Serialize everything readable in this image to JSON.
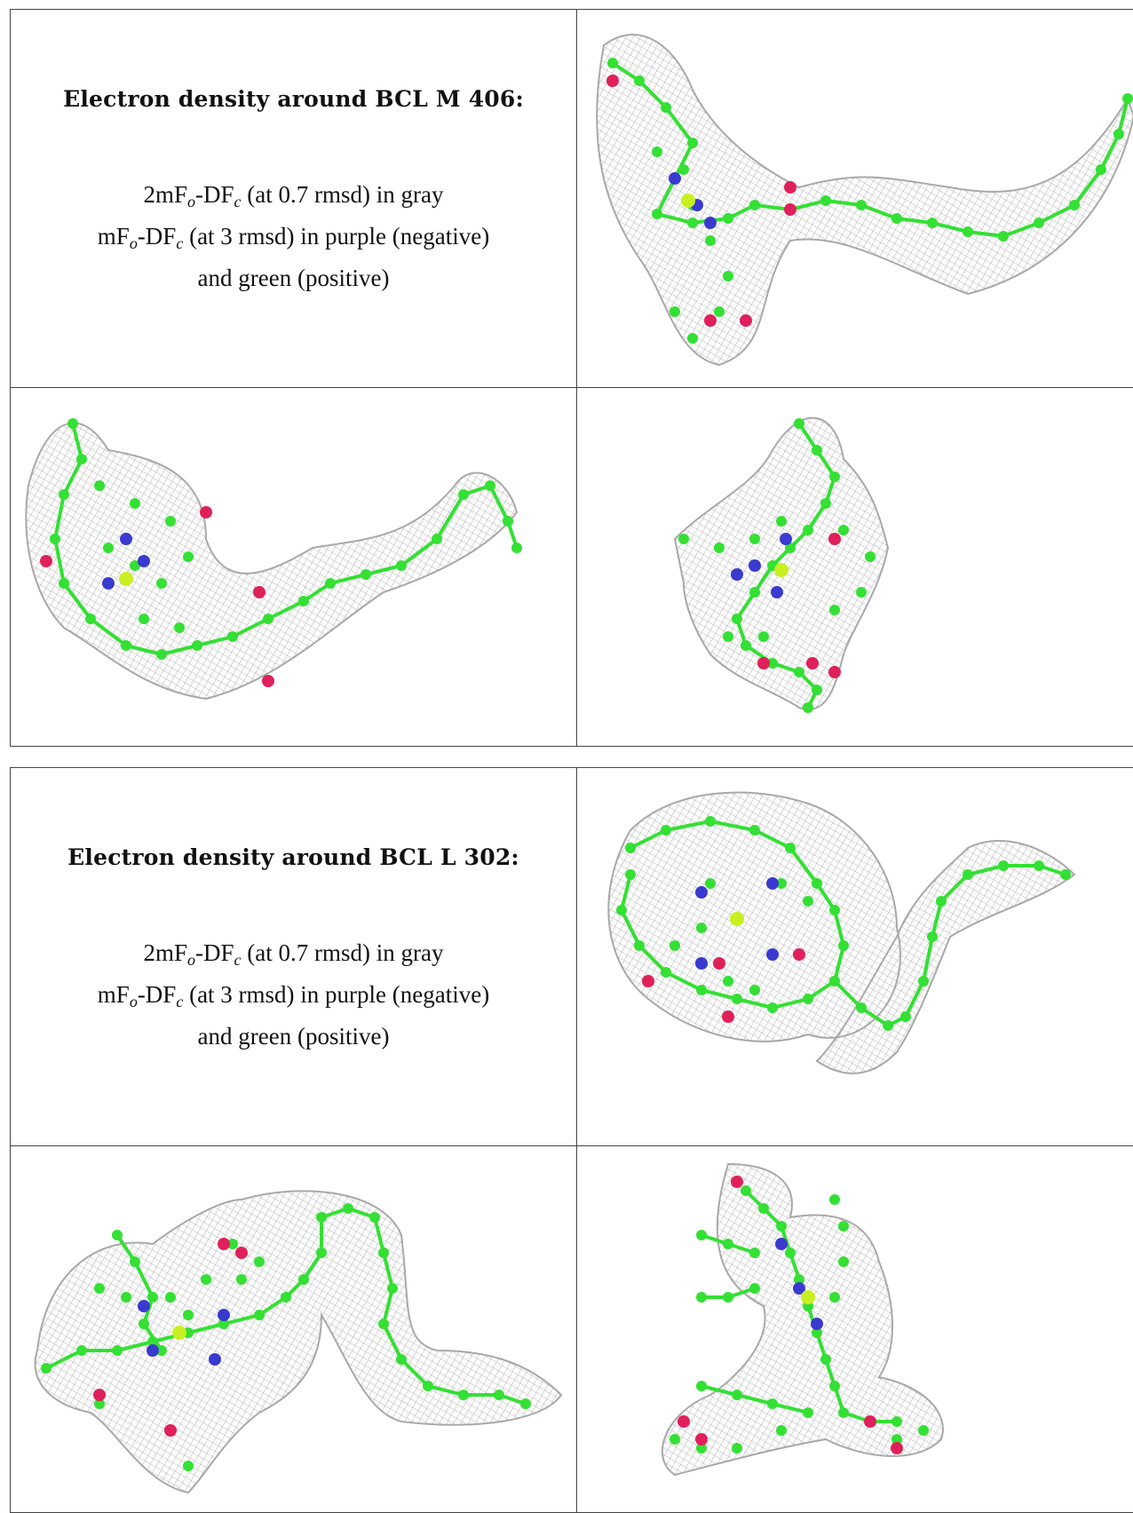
{
  "sections": [
    {
      "title": "Electron density around BCL M 406:",
      "line1": {
        "a": "2mF",
        "s1": "o",
        "b": "-DF",
        "s2": "c",
        "c": " (at 0.7 rmsd) in gray"
      },
      "line2": {
        "a": "mF",
        "s1": "o",
        "b": "-DF",
        "s2": "c",
        "c": " (at 3 rmsd) in purple (negative)"
      },
      "line3": "and green (positive)"
    },
    {
      "title": "Electron density around BCL L 302:",
      "line1": {
        "a": "2mF",
        "s1": "o",
        "b": "-DF",
        "s2": "c",
        "c": " (at 0.7 rmsd) in gray"
      },
      "line2": {
        "a": "mF",
        "s1": "o",
        "b": "-DF",
        "s2": "c",
        "c": " (at 3 rmsd) in purple (negative)"
      },
      "line3": "and green (positive)"
    }
  ],
  "colors": {
    "mesh": "#9a9a9a",
    "carbon": "#33e033",
    "nitrogen": "#3a3ad0",
    "oxygen": "#e0205a",
    "magnesium": "#c8f020"
  },
  "panels": [
    {
      "name": "bcl-m406-view-1"
    },
    {
      "name": "bcl-m406-view-2"
    },
    {
      "name": "bcl-m406-view-3"
    },
    {
      "name": "bcl-l302-view-1"
    },
    {
      "name": "bcl-l302-view-2"
    },
    {
      "name": "bcl-l302-view-3"
    }
  ]
}
